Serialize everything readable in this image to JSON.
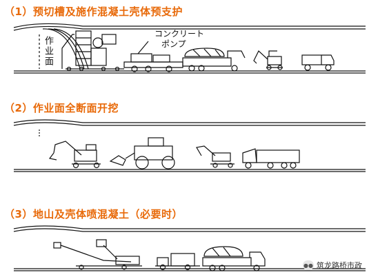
{
  "steps": [
    {
      "title": "（1）预切槽及施作混凝土壳体预支护",
      "side_label": "作业面",
      "annotation": [
        "コンクリート",
        "ポンプ"
      ]
    },
    {
      "title": "（2）作业面全断面开挖"
    },
    {
      "title": "（3）地山及壳体喷混凝土（必要时）"
    }
  ],
  "watermark": {
    "text": "筑龙路桥市政",
    "icon": "wechat-icon"
  },
  "colors": {
    "title": "#e86a0a",
    "line": "#111111"
  }
}
